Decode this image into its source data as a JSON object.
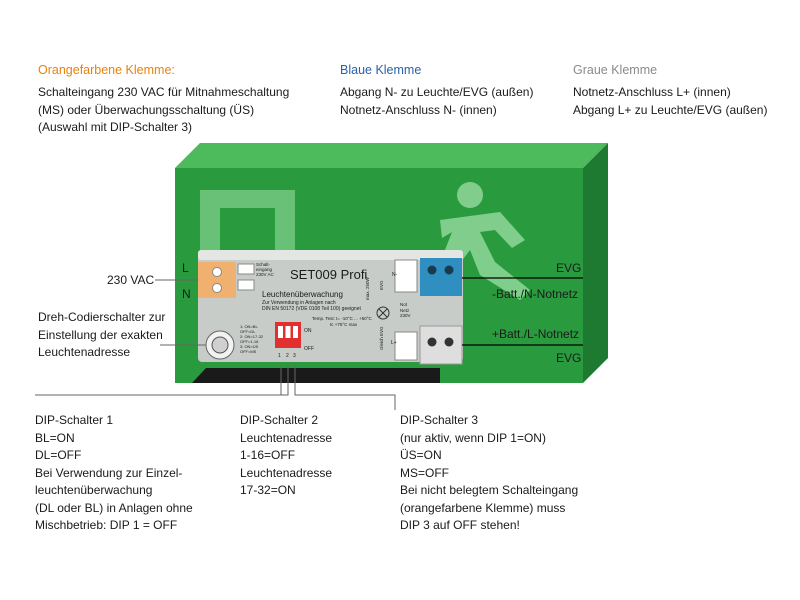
{
  "headers": {
    "orange": {
      "title": "Orangefarbene Klemme:",
      "color": "#e8820c",
      "lines": [
        "Schalteingang 230 VAC für Mitnahmeschaltung",
        "(MS) oder Überwachungsschaltung (ÜS)",
        "(Auswahl mit DIP-Schalter 3)"
      ]
    },
    "blue": {
      "title": "Blaue Klemme",
      "color": "#2a62a8",
      "lines": [
        "Abgang N- zu Leuchte/EVG (außen)",
        "Notnetz-Anschluss N- (innen)"
      ]
    },
    "grey": {
      "title": "Graue Klemme",
      "color": "#8a8a8a",
      "lines": [
        "Notnetz-Anschluss L+ (innen)",
        "Abgang L+ zu Leuchte/EVG (außen)"
      ]
    }
  },
  "left_labels": {
    "vac": "230 VAC",
    "coder": [
      "Dreh-Codierschalter zur",
      "Einstellung der exakten",
      "Leuchtenadresse"
    ]
  },
  "right_labels": {
    "evg_top": "EVG",
    "batt_n": "-Batt./N-Notnetz",
    "batt_l": "+Batt./L-Notnetz",
    "evg_bottom": "EVG"
  },
  "module": {
    "L": "L",
    "N": "N",
    "title": "SET009 Profi",
    "subtitle": "Leuchtenüberwachung",
    "small1": "Zur Verwendung in Anlagen nach",
    "small2": "DIN EN 50172 (VDE 0108 Teil 100) geeignet",
    "temp": "Temp. Test: t= -10°C ... +50°C",
    "temp2": "tc +75°C max",
    "schalt": [
      "Schalt-",
      "eingang",
      "230V AC"
    ],
    "dip_legend": [
      "1: ON=BL",
      "OFF=DL",
      "2: ON=17-32",
      "OFF=1-16",
      "3: ON=ÜS",
      "OFF=MS"
    ],
    "on": "ON",
    "off": "OFF",
    "dip_nums": [
      "1",
      "2",
      "3"
    ],
    "max": "max. 250W",
    "not": [
      "Not",
      "Netz",
      "230V"
    ],
    "n_minus": "N-",
    "l_plus": "L+",
    "side_evg": "EVG",
    "side_gleich": "Gleich EVG"
  },
  "dip_blocks": {
    "dip1": [
      "DIP-Schalter 1",
      "BL=ON",
      "DL=OFF",
      "Bei Verwendung zur Einzel-",
      "leuchtenüberwachung",
      "(DL oder BL) in Anlagen ohne",
      "Mischbetrieb: DIP 1 = OFF"
    ],
    "dip2": [
      "DIP-Schalter 2",
      "Leuchtenadresse",
      "1-16=OFF",
      "Leuchtenadresse",
      "17-32=ON"
    ],
    "dip3": [
      "DIP-Schalter 3",
      "(nur aktiv, wenn DIP 1=ON)",
      "ÜS=ON",
      "MS=OFF",
      "Bei nicht belegtem Schalteingang",
      "(orangefarbene Klemme) muss",
      "DIP 3 auf OFF stehen!"
    ]
  },
  "colors": {
    "green_front": "#2a9a3f",
    "green_top": "#4dbb5c",
    "green_side": "#1f7a31",
    "orange_terminal": "#f0b070",
    "blue_terminal": "#2f8fc0",
    "grey_terminal": "#d8d8d8",
    "dip_red": "#e03030"
  }
}
